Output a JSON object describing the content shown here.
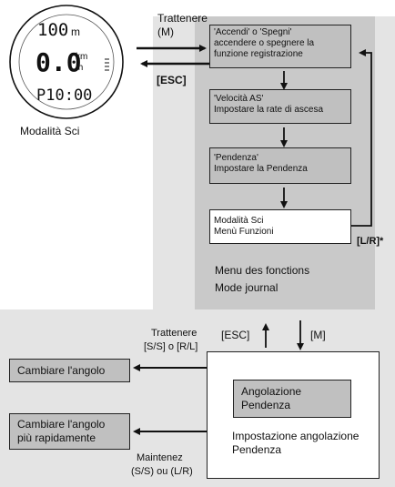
{
  "watch": {
    "line1_value": "100",
    "line1_unit": "m",
    "speed_value": "0.0",
    "speed_unit_top": "km",
    "speed_unit_bottom": "/h",
    "line3": "P10:00",
    "caption": "Modalità Sci"
  },
  "top_left_labels": {
    "hold": "Trattenere",
    "hold_key": "(M)",
    "esc": "[ESC]"
  },
  "menu_boxes": [
    {
      "line1": "'Accendi' o 'Spegni'",
      "line2": "accendere o spegnere la",
      "line3": "funzione registrazione"
    },
    {
      "line1": "'Velocità AS'",
      "line2": "Impostare la rate di ascesa"
    },
    {
      "line1": "'Pendenza'",
      "line2": "Impostare la Pendenza"
    },
    {
      "line1": "Modalità Sci",
      "line2": "Menù Funzioni"
    }
  ],
  "lr_label": "[L/R]*",
  "panel_caption": {
    "line1": "Menu des fonctions",
    "line2": "Mode journal"
  },
  "mid_labels": {
    "esc": "[ESC]",
    "m": "[M]"
  },
  "bottom": {
    "hold": "Trattenere",
    "hold_keys": "[S/S] o [R/L]",
    "change_angle": "Cambiare l'angolo",
    "change_fast_1": "Cambiare l'angolo",
    "change_fast_2": "più rapidamente",
    "maint": "Maintenez",
    "maint_keys": "(S/S) ou (L/R)",
    "inner_1": "Angolazione",
    "inner_2": "Pendenza",
    "setting_1": "Impostazione angolazione",
    "setting_2": "Pendenza"
  }
}
